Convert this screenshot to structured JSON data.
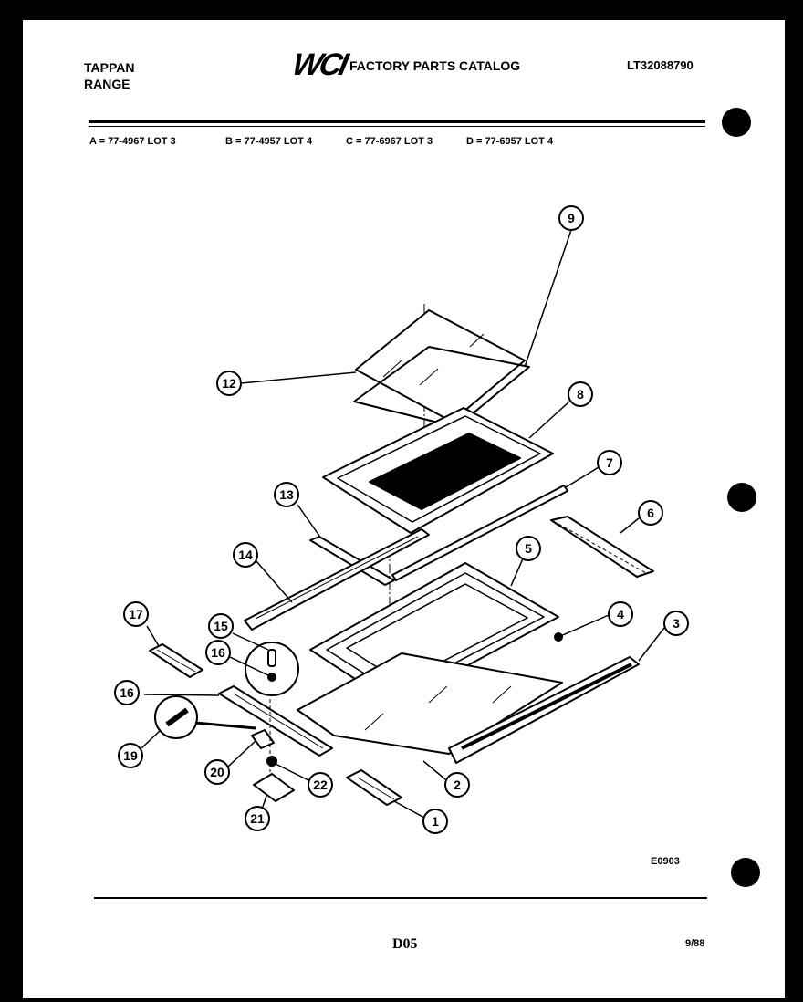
{
  "header": {
    "brand": "TAPPAN",
    "product": "RANGE",
    "logo_text": "WCI",
    "catalog_title": "FACTORY PARTS CATALOG",
    "catalog_number": "LT32088790"
  },
  "models": [
    "A = 77-4967 LOT 3",
    "B = 77-4957 LOT 4",
    "C = 77-6967 LOT 3",
    "D = 77-6957 LOT 4"
  ],
  "diagram": {
    "callouts": [
      "1",
      "2",
      "3",
      "4",
      "5",
      "6",
      "7",
      "8",
      "9",
      "12",
      "13",
      "14",
      "15",
      "16",
      "16",
      "17",
      "19",
      "20",
      "21",
      "22"
    ],
    "code": "E0903"
  },
  "footer": {
    "page_code": "D05",
    "date": "9/88"
  }
}
